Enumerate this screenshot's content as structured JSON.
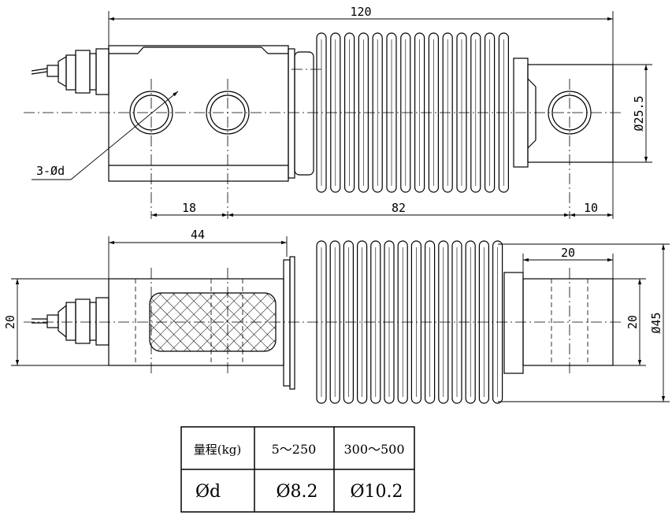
{
  "top_view": {
    "overall_length": "120",
    "diameter_right": "Ø25.5",
    "hole_callout": "3-Ød",
    "dim_hole_spacing": "18",
    "dim_middle": "82",
    "dim_right_end": "10"
  },
  "side_view": {
    "dim_body": "44",
    "dim_left_height": "20",
    "dim_right_width": "20",
    "dim_right_height": "20",
    "diameter_bellows": "Ø45"
  },
  "spec_table": {
    "header_label": "量程(kg)",
    "row_label": "Ød",
    "columns": [
      {
        "range": "5～250",
        "diameter": "Ø8.2"
      },
      {
        "range": "300～500",
        "diameter": "Ø10.2"
      }
    ]
  }
}
